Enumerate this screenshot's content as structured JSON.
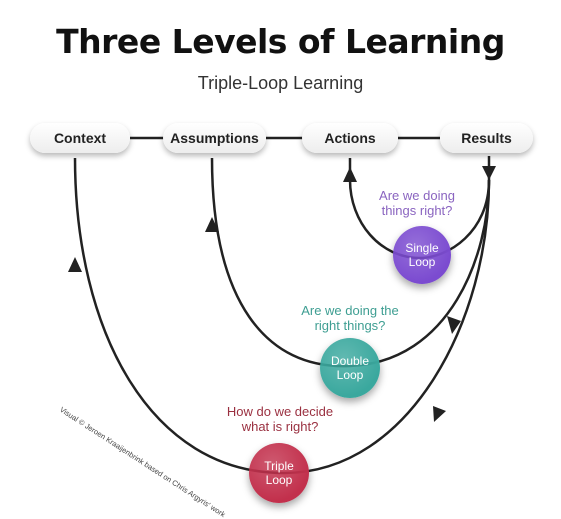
{
  "title": "Three Levels of Learning",
  "subtitle": "Triple-Loop Learning",
  "nodes": [
    {
      "id": "context",
      "label": "Context"
    },
    {
      "id": "assumptions",
      "label": "Assumptions"
    },
    {
      "id": "actions",
      "label": "Actions"
    },
    {
      "id": "results",
      "label": "Results"
    }
  ],
  "loops": [
    {
      "id": "single",
      "label_line1": "Single",
      "label_line2": "Loop",
      "question_line1": "Are we doing",
      "question_line2": "things right?",
      "color": "#7b4bd0",
      "question_color": "#8a64c0"
    },
    {
      "id": "double",
      "label_line1": "Double",
      "label_line2": "Loop",
      "question_line1": "Are we doing the",
      "question_line2": "right things?",
      "color": "#3aa89e",
      "question_color": "#3e9e92"
    },
    {
      "id": "triple",
      "label_line1": "Triple",
      "label_line2": "Loop",
      "question_line1": "How do we decide",
      "question_line2": "what is right?",
      "color": "#c2304c",
      "question_color": "#9a3040"
    }
  ],
  "credit": "Visual © Jeroen Kraaijenbrink based on Chris Argyris' work",
  "line_color": "#222222"
}
